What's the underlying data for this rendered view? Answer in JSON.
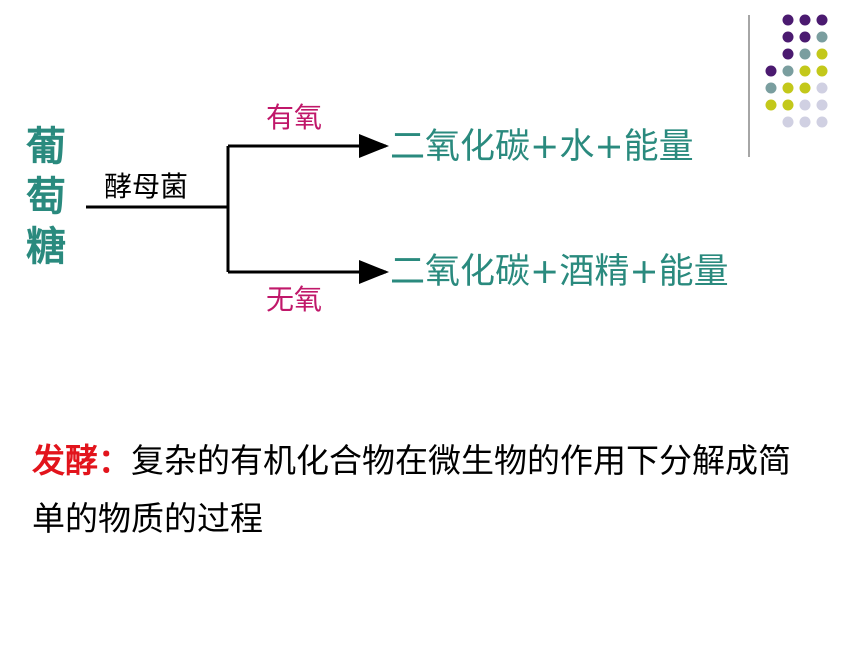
{
  "glucose_label": "葡萄糖",
  "catalyst_label": "酵母菌",
  "aerobic": {
    "condition": "有氧",
    "products": "二氧化碳+水+能量"
  },
  "anaerobic": {
    "condition": "无氧",
    "products": "二氧化碳+酒精+能量"
  },
  "definition": {
    "term": "发酵：",
    "text": "复杂的有机化合物在微生物的作用下分解成简单的物质的过程"
  },
  "decoration": {
    "dot_colors": [
      "#4b1a70",
      "#7a9e9f",
      "#c3c81a",
      "#d0d0e2"
    ]
  }
}
